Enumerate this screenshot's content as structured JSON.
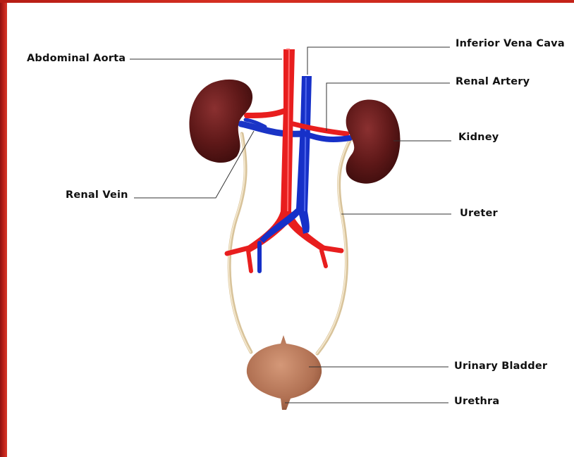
{
  "labels": {
    "abdominal_aorta": "Abdominal Aorta",
    "inferior_vena_cava": "Inferior Vena Cava",
    "renal_artery": "Renal Artery",
    "kidney": "Kidney",
    "renal_vein": "Renal Vein",
    "ureter": "Ureter",
    "urinary_bladder": "Urinary Bladder",
    "urethra": "Urethra"
  },
  "colors": {
    "artery": "#e81e1e",
    "vein": "#1630c8",
    "kidney": "#6b1d1d",
    "ureter": "#e9d8b4",
    "bladder": "#b87a5a",
    "frame": "#c4241b"
  }
}
